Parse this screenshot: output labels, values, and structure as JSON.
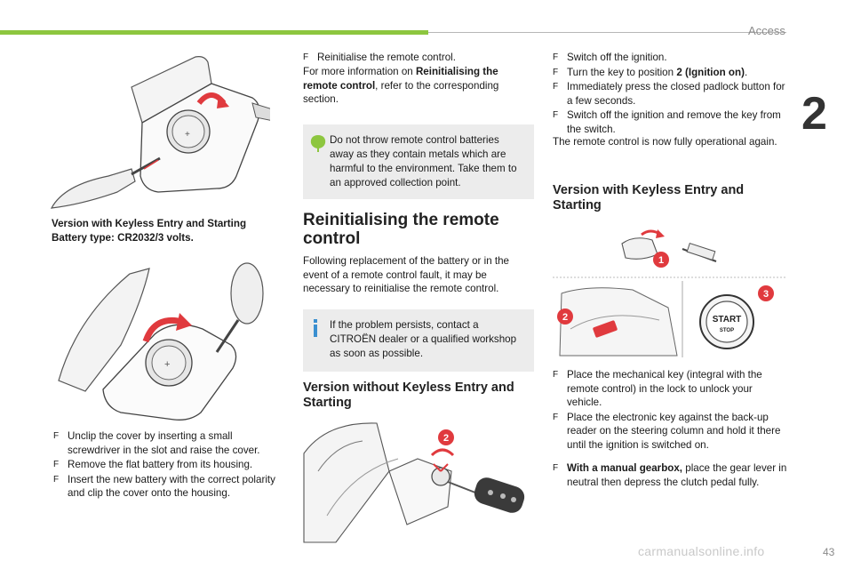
{
  "header": {
    "section_title": "Access",
    "chapter_number": "2"
  },
  "footer": {
    "page_number": "43",
    "watermark": "carmanualsonline.info"
  },
  "colors": {
    "accent_green": "#8dc63f",
    "callout_red": "#e03a3e",
    "note_gray": "#ececec",
    "info_blue": "#3a8fd0"
  },
  "left": {
    "caption": "Version with Keyless Entry and Starting Battery type: CR2032/3 volts.",
    "steps": [
      "Unclip the cover by inserting a small screwdriver in the slot and raise the cover.",
      "Remove the flat battery from its housing.",
      "Insert the new battery with the correct polarity and clip the cover onto the housing."
    ]
  },
  "middle": {
    "intro_step": "Reinitialise the remote control.",
    "info_pre": "For more information on ",
    "info_bold": "Reinitialising the remote control",
    "info_post": ", refer to the corresponding section.",
    "eco_note": "Do not throw remote control batteries away as they contain metals which are harmful to the environment. Take them to an approved collection point.",
    "heading_reinit": "Reinitialising the remote control",
    "reinit_text": "Following replacement of the battery or in the event of a remote control fault, it may be necessary to reinitialise the remote control.",
    "info_note": "If the problem persists, contact a CITROËN dealer or a qualified workshop as soon as possible.",
    "heading_without": "Version without Keyless Entry and Starting",
    "callout_2": "2"
  },
  "right": {
    "steps_top": [
      {
        "pre": "Switch off the ignition.",
        "bold": "",
        "post": ""
      },
      {
        "pre": "Turn the key to position ",
        "bold": "2 (Ignition on)",
        "post": "."
      },
      {
        "pre": "Immediately press the closed padlock button for a few seconds.",
        "bold": "",
        "post": ""
      },
      {
        "pre": "Switch off the ignition and remove the key from the switch.",
        "bold": "",
        "post": ""
      }
    ],
    "operational": "The remote control is now fully operational again.",
    "heading_keyless": "Version with Keyless Entry and Starting",
    "callouts": [
      "1",
      "2",
      "3"
    ],
    "start_label": "START",
    "stop_label": "STOP",
    "steps_bottom": [
      "Place the mechanical key (integral with the remote control) in the lock to unlock your vehicle.",
      "Place the electronic key against the back-up reader on the steering column and hold it there until the ignition is switched on."
    ],
    "gearbox_bold": "With a manual gearbox,",
    "gearbox_rest": " place the gear lever in neutral then depress the clutch pedal fully."
  },
  "bullet_glyph": "F"
}
